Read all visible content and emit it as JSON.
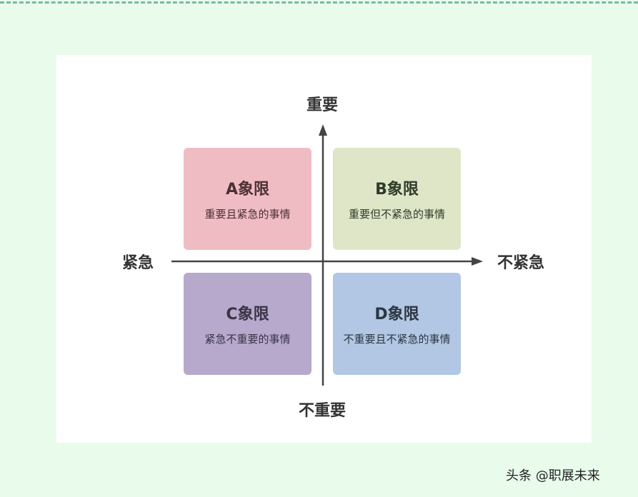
{
  "axes": {
    "top": "重要",
    "bottom": "不重要",
    "left": "紧急",
    "right": "不紧急"
  },
  "quadrants": [
    {
      "title": "A象限",
      "desc": "重要且紧急的事情",
      "color": "#f0bcc4",
      "text_color": "#4a3034"
    },
    {
      "title": "B象限",
      "desc": "重要但不紧急的事情",
      "color": "#dfe6c7",
      "text_color": "#2f3a2a"
    },
    {
      "title": "C象限",
      "desc": "紧急不重要的事情",
      "color": "#b6a9cc",
      "text_color": "#3a3446"
    },
    {
      "title": "D象限",
      "desc": "不重要且不紧急的事情",
      "color": "#b1c7e3",
      "text_color": "#2c3644"
    }
  ],
  "watermark": "头条 @职展未来"
}
